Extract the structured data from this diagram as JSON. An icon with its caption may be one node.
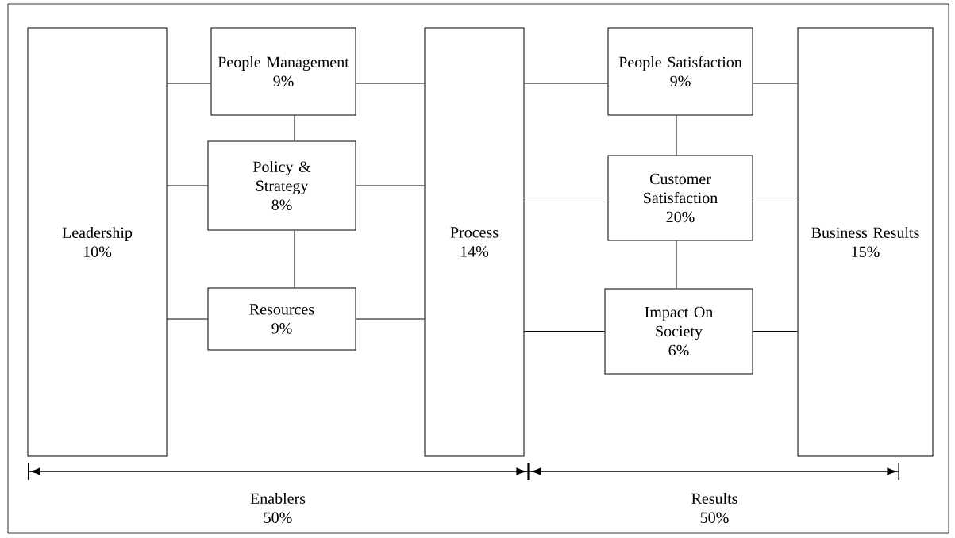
{
  "diagram": {
    "nodes": [
      {
        "text": [
          "Leadership",
          "10%"
        ]
      },
      {
        "text": [
          "People Management",
          "9%"
        ]
      },
      {
        "text": [
          "Policy & Strategy",
          "8%"
        ]
      },
      {
        "text": [
          "Resources",
          "9%"
        ]
      },
      {
        "text": [
          "Process",
          "14%"
        ]
      },
      {
        "text": [
          "People Satisfaction",
          "9%"
        ]
      },
      {
        "text": [
          "Customer Satisfaction",
          "20%"
        ]
      },
      {
        "text": [
          "Impact On Society",
          "6%"
        ]
      },
      {
        "text": [
          "Business Results",
          "15%"
        ]
      }
    ],
    "edges": [
      {
        "from": 0,
        "to": 1,
        "arrow": "none"
      },
      {
        "from": 0,
        "to": 2,
        "arrow": "none"
      },
      {
        "from": 0,
        "to": 3,
        "arrow": "none"
      },
      {
        "from": 1,
        "to": 2,
        "arrow": "none"
      },
      {
        "from": 2,
        "to": 3,
        "arrow": "none"
      },
      {
        "from": 1,
        "to": 4,
        "arrow": "none"
      },
      {
        "from": 2,
        "to": 4,
        "arrow": "none"
      },
      {
        "from": 3,
        "to": 4,
        "arrow": "none"
      },
      {
        "from": 4,
        "to": 5,
        "arrow": "none"
      },
      {
        "from": 4,
        "to": 6,
        "arrow": "none"
      },
      {
        "from": 4,
        "to": 7,
        "arrow": "none"
      },
      {
        "from": 5,
        "to": 6,
        "arrow": "none"
      },
      {
        "from": 6,
        "to": 7,
        "arrow": "none"
      },
      {
        "from": 5,
        "to": 8,
        "arrow": "none"
      },
      {
        "from": 6,
        "to": 8,
        "arrow": "none"
      },
      {
        "from": 7,
        "to": 8,
        "arrow": "none"
      }
    ],
    "labels": [
      "Enablers 50%",
      "Results 50%"
    ]
  }
}
